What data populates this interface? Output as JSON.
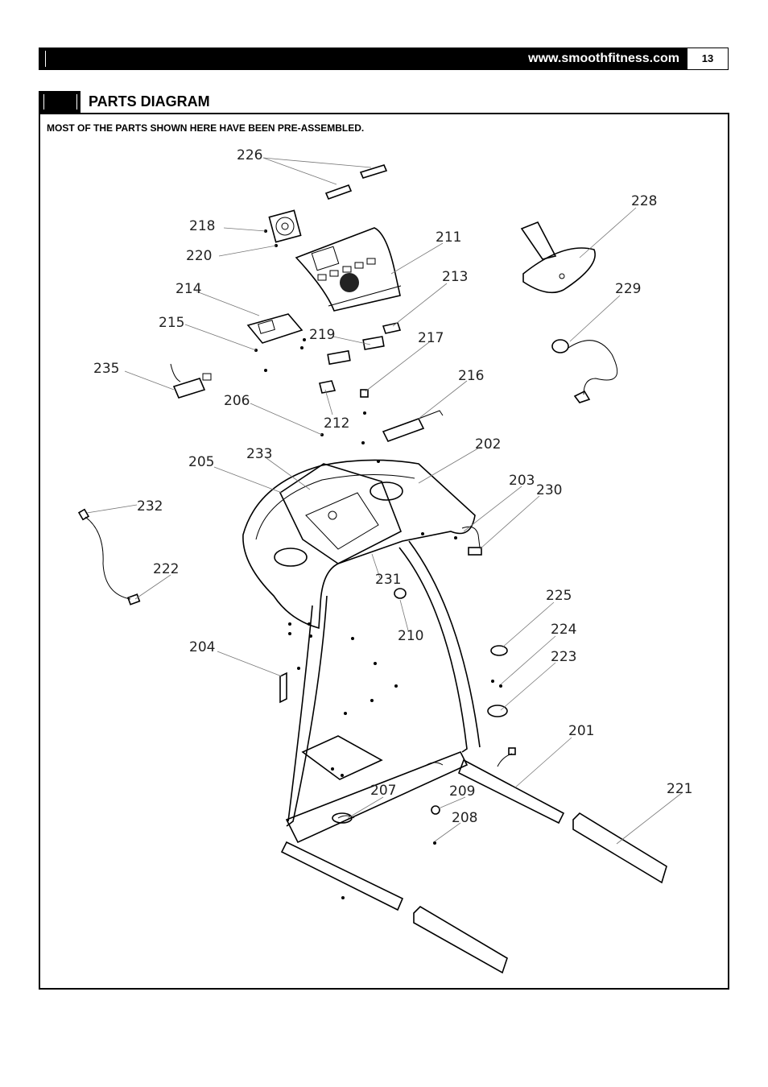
{
  "header": {
    "url": "www.smoothfitness.com",
    "page_number": "13"
  },
  "section": {
    "title": "PARTS DIAGRAM",
    "note": "MOST OF THE PARTS SHOWN HERE HAVE BEEN PRE-ASSEMBLED."
  },
  "diagram": {
    "labels": {
      "p226": "226",
      "p228": "228",
      "p218": "218",
      "p211": "211",
      "p220": "220",
      "p213": "213",
      "p214": "214",
      "p229": "229",
      "p215": "215",
      "p219": "219",
      "p217": "217",
      "p235": "235",
      "p216": "216",
      "p206": "206",
      "p212": "212",
      "p202": "202",
      "p233": "233",
      "p205": "205",
      "p203": "203",
      "p230": "230",
      "p232": "232",
      "p222": "222",
      "p231": "231",
      "p225": "225",
      "p210": "210",
      "p224": "224",
      "p204": "204",
      "p223": "223",
      "p201": "201",
      "p221": "221",
      "p207": "207",
      "p209": "209",
      "p208": "208"
    }
  }
}
